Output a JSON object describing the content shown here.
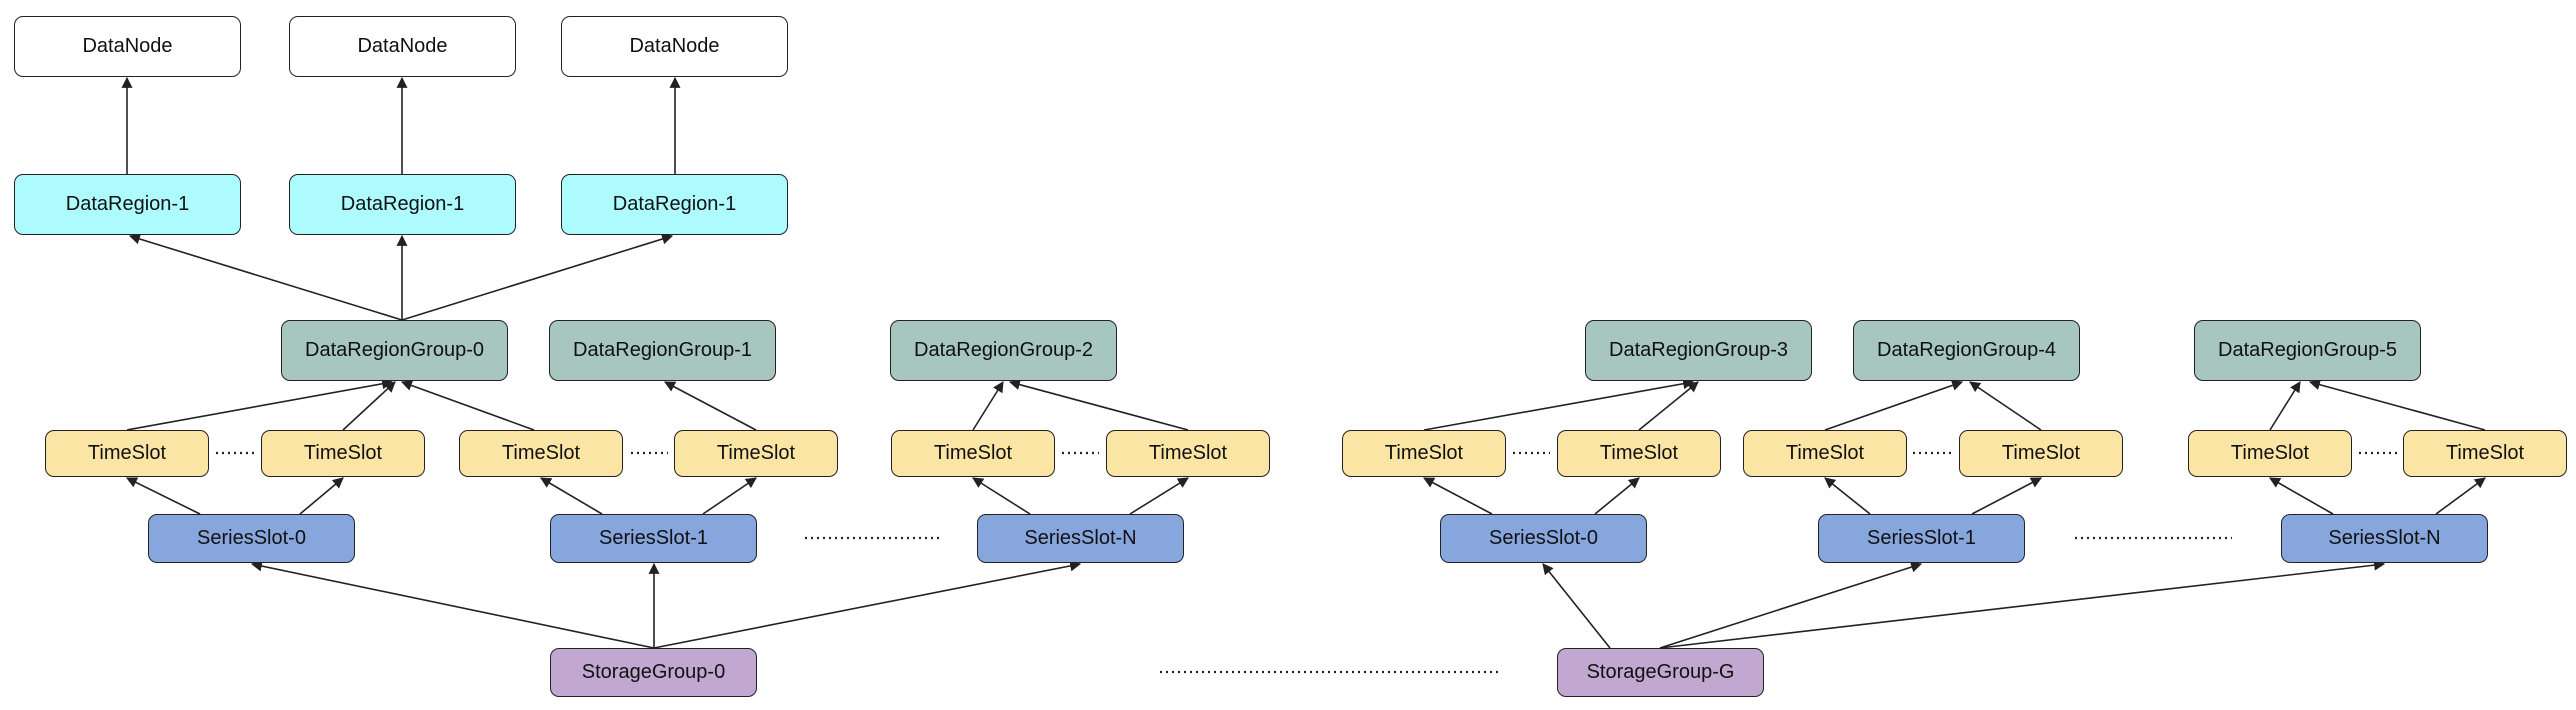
{
  "labels": {
    "datanode": "DataNode",
    "dataregion": "DataRegion-1",
    "drg0": "DataRegionGroup-0",
    "drg1": "DataRegionGroup-1",
    "drg2": "DataRegionGroup-2",
    "drg3": "DataRegionGroup-3",
    "drg4": "DataRegionGroup-4",
    "drg5": "DataRegionGroup-5",
    "timeslot": "TimeSlot",
    "ss0": "SeriesSlot-0",
    "ss1": "SeriesSlot-1",
    "ssN": "SeriesSlot-N",
    "sg0": "StorageGroup-0",
    "sgG": "StorageGroup-G"
  },
  "colors": {
    "datanode": "#ffffff",
    "dataregion": "#aefbff",
    "dataregion_group": "#a6c6bf",
    "timeslot": "#fbe5a4",
    "seriesslot": "#86a6dd",
    "storagegroup": "#c2a8d0",
    "line": "#222222"
  }
}
